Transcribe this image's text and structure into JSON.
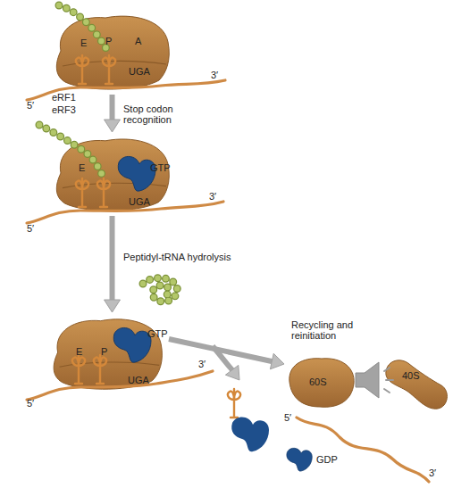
{
  "diagram": {
    "nodes": [
      {
        "text": [
          "E",
          "P",
          "A",
          "UGA"
        ]
      },
      {
        "text": [
          "E",
          "UGA"
        ]
      },
      {
        "text": [
          "GTP"
        ],
        "in": 1
      },
      {
        "text": [
          "E",
          "P",
          "UGA"
        ]
      },
      {
        "text": [
          "GTP"
        ],
        "in": 3
      },
      {
        "text": [
          "60S"
        ]
      },
      {
        "text": [
          "40S"
        ]
      },
      {
        "text": [
          "GDP"
        ]
      }
    ],
    "edges": [
      {
        "from": 0,
        "to": 1,
        "arrow": "to",
        "label": "Stop codon recognition"
      },
      {
        "from": 1,
        "to": 3,
        "arrow": "to",
        "label": "Peptidyl-tRNA hydrolysis"
      },
      {
        "from": 3,
        "to": 5,
        "arrow": "to",
        "label": "Recycling and reinitiation"
      }
    ],
    "labels": [
      "eRF1",
      "eRF3",
      "5′",
      "3′",
      "5′",
      "3′",
      "5′",
      "3′",
      "5′",
      "3′"
    ]
  }
}
